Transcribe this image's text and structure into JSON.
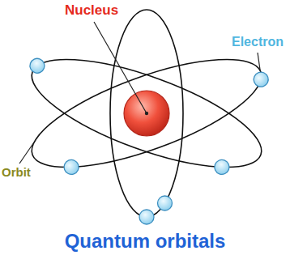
{
  "diagram": {
    "caption": "Quantum orbitals",
    "labels": [
      "Nucleus",
      "Orbit",
      "Electron"
    ]
  }
}
